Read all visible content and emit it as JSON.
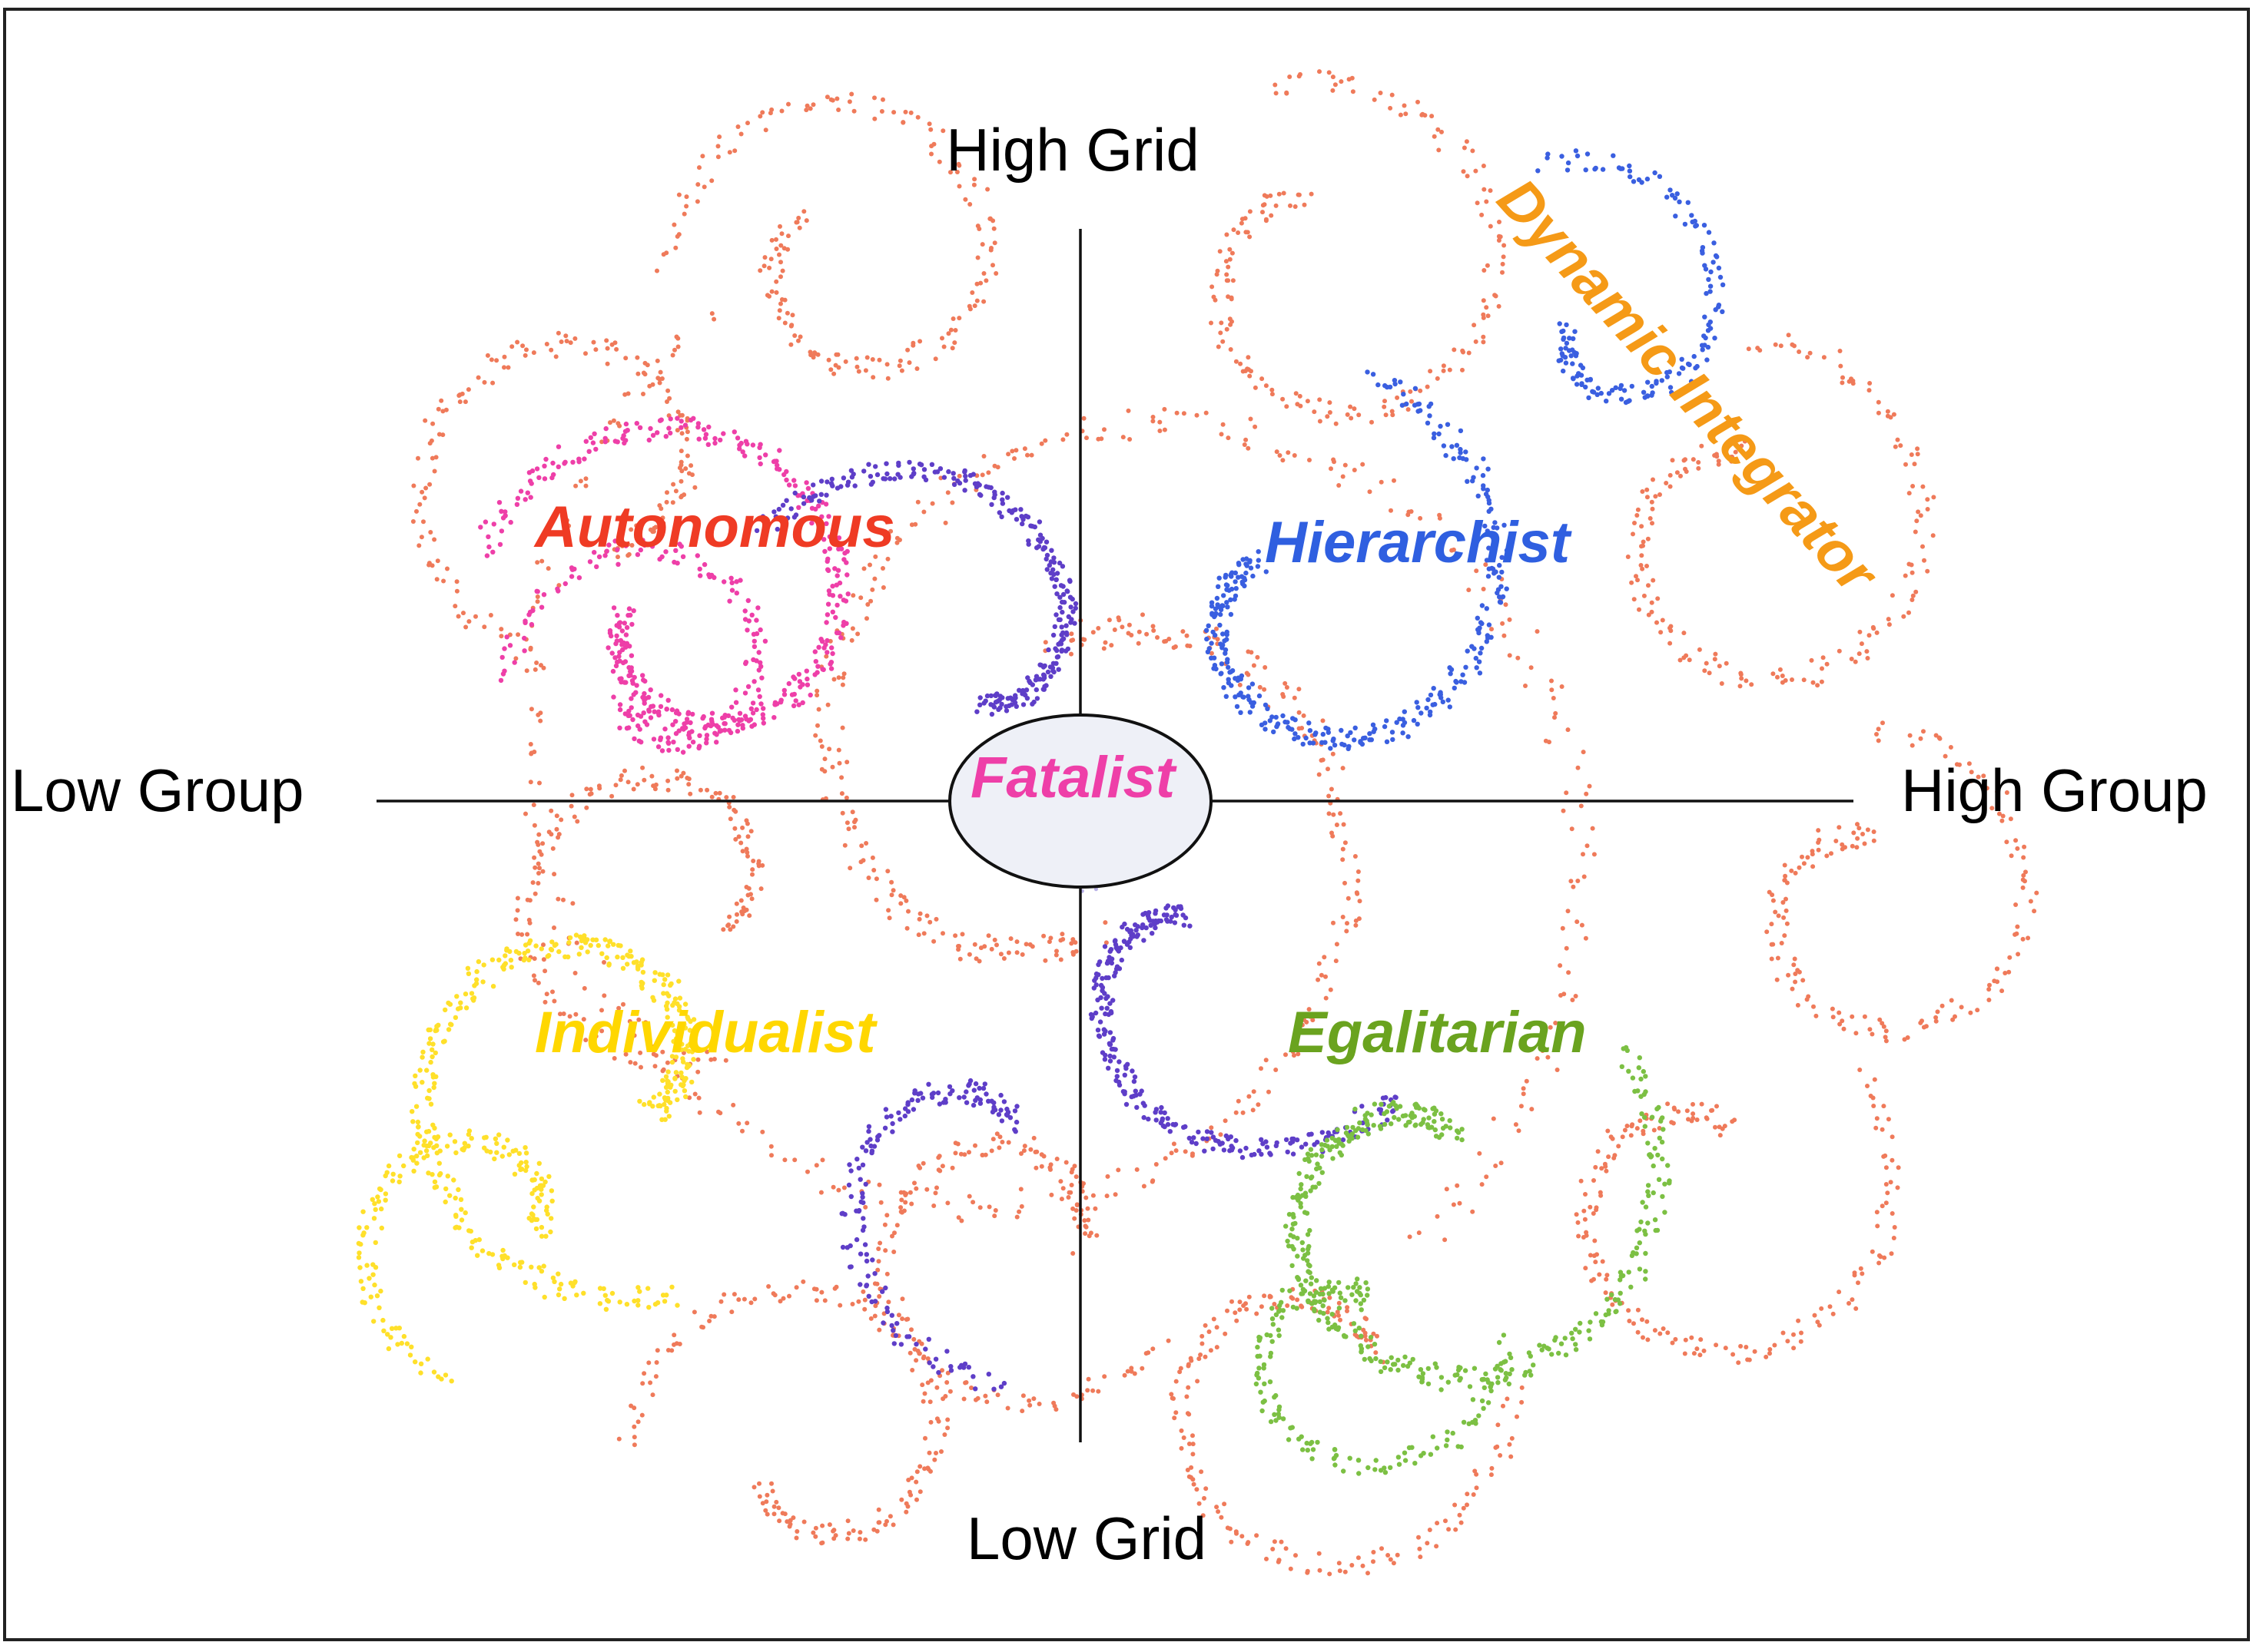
{
  "axes": {
    "top": "High Grid",
    "bottom": "Low Grid",
    "left": "Low Group",
    "right": "High Group"
  },
  "types": [
    {
      "key": "autonomous",
      "label": "Autonomous",
      "color": "#ef3b24"
    },
    {
      "key": "hierarchist",
      "label": "Hierarchist",
      "color": "#2f5fe0"
    },
    {
      "key": "individualist",
      "label": "Individualist",
      "color": "#ffd700"
    },
    {
      "key": "egalitarian",
      "label": "Egalitarian",
      "color": "#6aa31f"
    },
    {
      "key": "fatalist",
      "label": "Fatalist",
      "color": "#ee3fa8"
    },
    {
      "key": "dynamic_integrator",
      "label": "Dynamic Integrator",
      "color": "#f59a17"
    }
  ],
  "swirl_colors": {
    "salmon": "#ef7a5a",
    "pink": "#ee3fa8",
    "purple": "#5e3ec8",
    "blue": "#3a5fe0",
    "yellow": "#ffe02a",
    "green": "#7cc043"
  },
  "center_ellipse": {
    "fill": "#eef0f7",
    "stroke": "#111111"
  }
}
